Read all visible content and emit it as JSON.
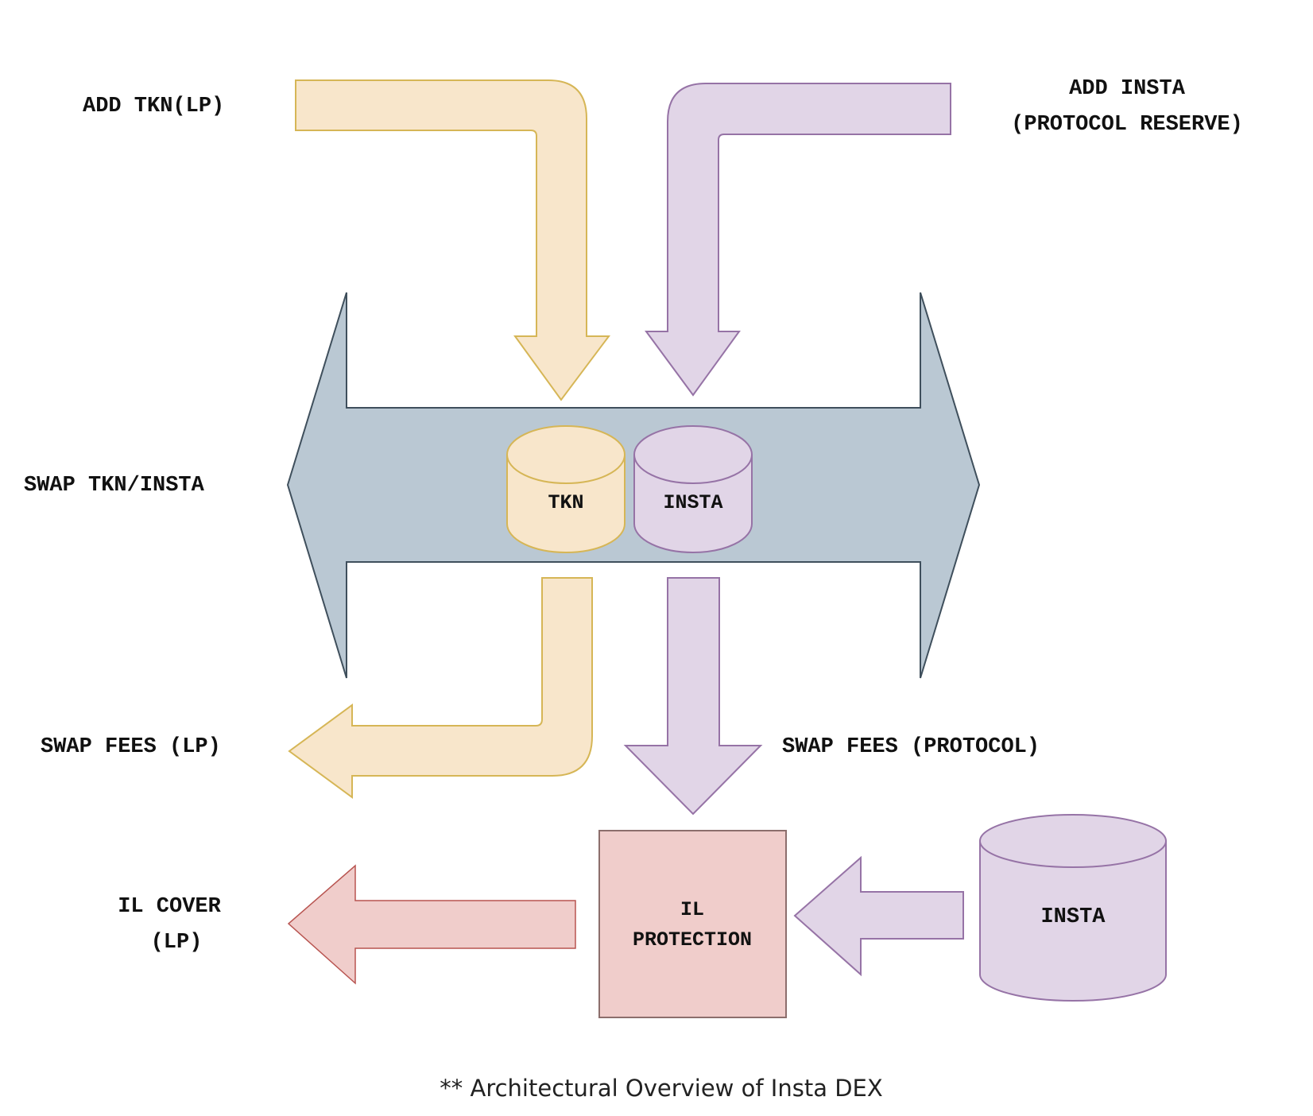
{
  "diagram": {
    "caption": "** Architectural Overview of Insta DEX",
    "colors": {
      "tkn_fill": "#F8E6CB",
      "tkn_stroke": "#D6B656",
      "insta_fill": "#E1D5E7",
      "insta_stroke": "#9673A6",
      "swap_fill": "#BAC8D3",
      "swap_stroke": "#3F4F5C",
      "il_fill": "#F0CDCB",
      "il_stroke": "#8C6E6C"
    },
    "labels": {
      "add_tkn": "ADD TKN(LP)",
      "add_insta_line1": "ADD INSTA",
      "add_insta_line2": "(PROTOCOL RESERVE)",
      "swap": "SWAP TKN/INSTA",
      "swap_fees_lp": "SWAP FEES (LP)",
      "swap_fees_protocol": "SWAP FEES (PROTOCOL)",
      "il_cover_line1": "IL COVER",
      "il_cover_line2": "(LP)"
    },
    "nodes": {
      "pool_tkn": "TKN",
      "pool_insta": "INSTA",
      "il_protection_line1": "IL",
      "il_protection_line2": "PROTECTION",
      "reserve_insta": "INSTA"
    }
  }
}
